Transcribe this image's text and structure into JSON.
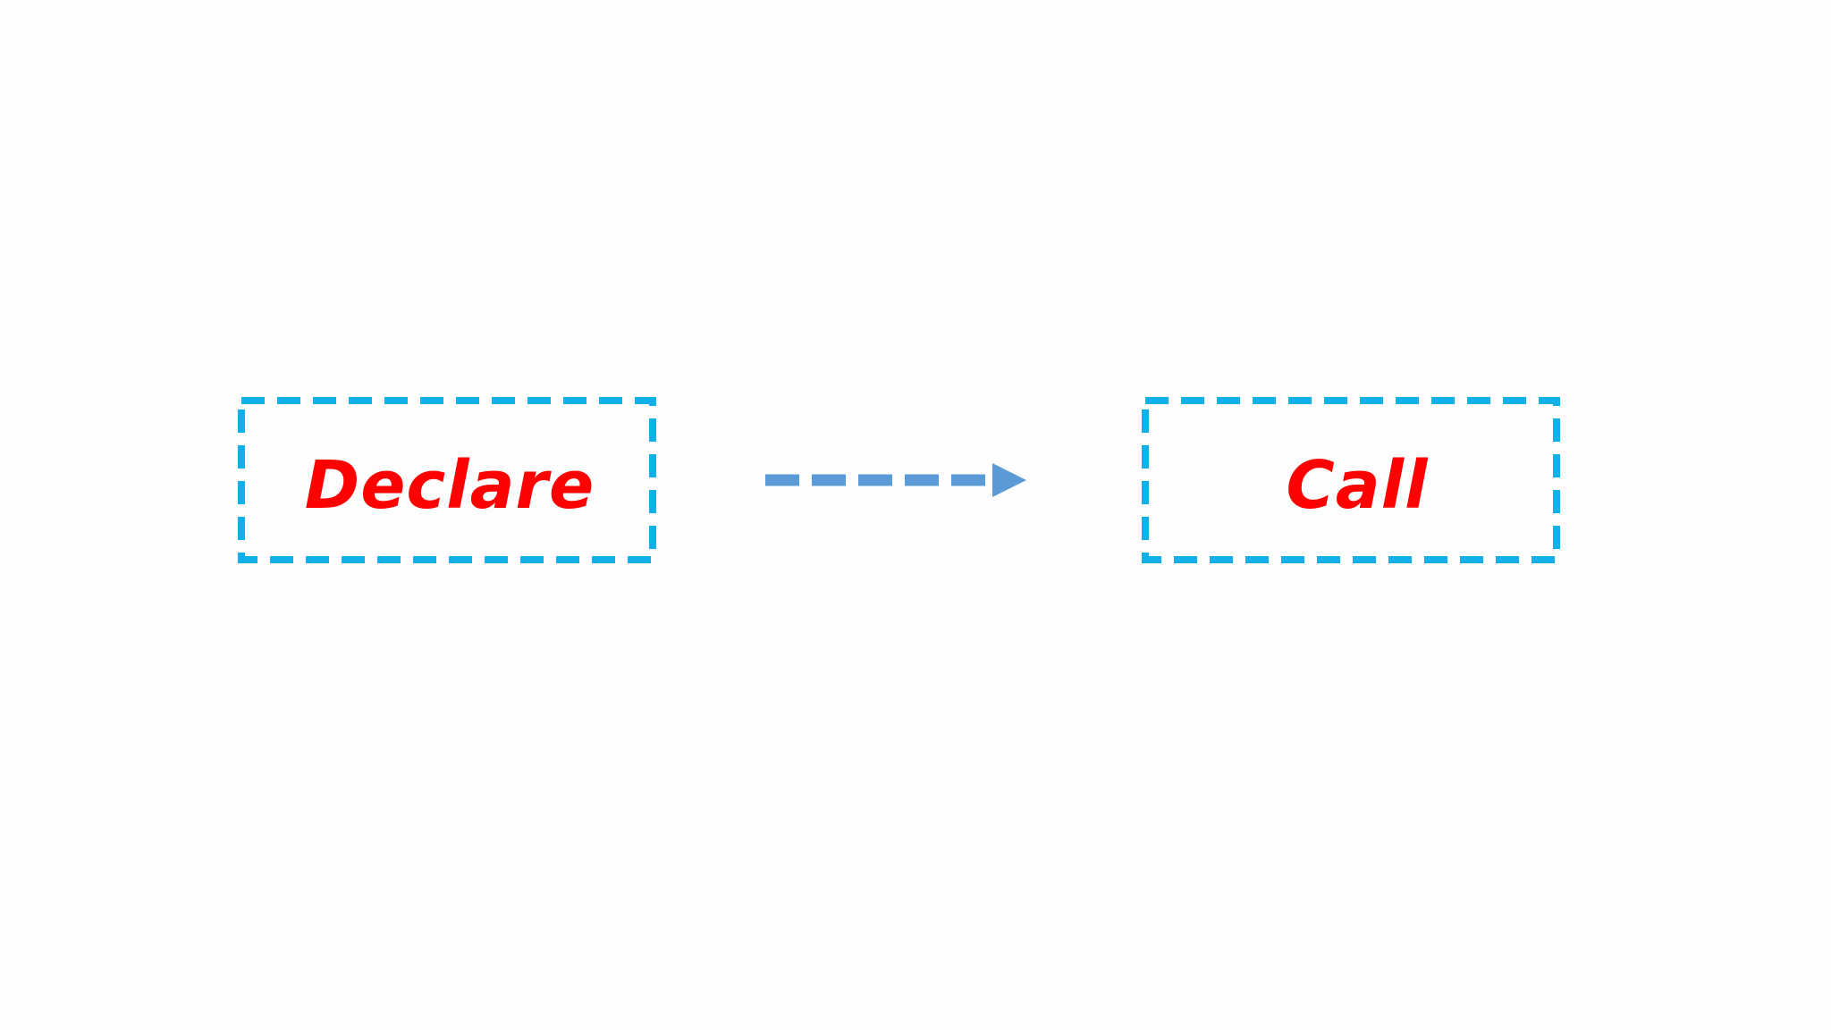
{
  "diagram": {
    "nodes": [
      {
        "id": "declare",
        "label": "Declare"
      },
      {
        "id": "call",
        "label": "Call"
      }
    ],
    "edges": [
      {
        "from": "declare",
        "to": "call",
        "style": "dashed",
        "direction": "forward"
      }
    ],
    "colors": {
      "background": "#fdfdfd",
      "box_border": "#12b0e8",
      "label_text": "#ff0000",
      "arrow": "#5b9bd5"
    }
  }
}
